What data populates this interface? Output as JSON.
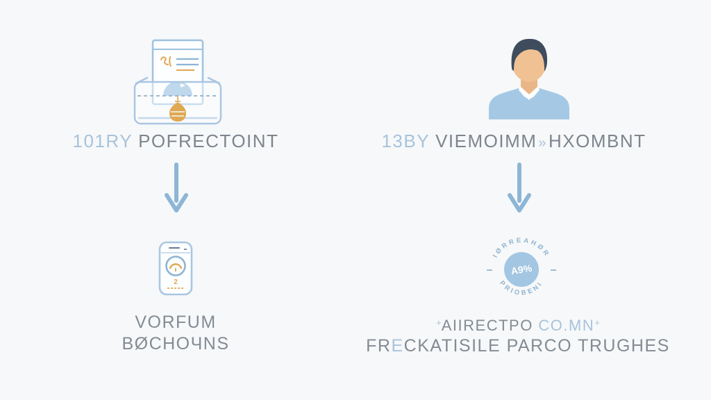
{
  "meta": {
    "description": "Two-column flat infographic with icons, downward arrows and decorative pseudo-text labels"
  },
  "colors": {
    "background": "#f7f8f9",
    "heading_gray": "#7d858e",
    "accent_blue": "#a7c3dc",
    "caption_gray": "#838b94",
    "arrow_blue": "#8db6d6",
    "icon_outline_blue": "#a9c6e2",
    "icon_fill_blue": "#8cb9dc",
    "icon_orange": "#dfa852",
    "avatar_hair": "#3e4c5d",
    "avatar_skin": "#efc193",
    "avatar_sweater": "#a5c9e5",
    "seal_fill": "#a3c6e2",
    "seal_ring_text": "#8fb4d2"
  },
  "left": {
    "heading": {
      "accent": "101RY",
      "main": "POFRECTOINT"
    },
    "caption_line1": "VORFUM",
    "caption_line2": "BØCHOЧNS",
    "phone_label": "2"
  },
  "right": {
    "heading": {
      "accent": "13BY",
      "word1": "VIEMOIMM",
      "sep": "»",
      "word2": "HXOMBNT"
    },
    "caption1": {
      "plus_left": "+",
      "main": "AIIRECTPO ",
      "accent": "CO.MN",
      "plus_right": "+"
    },
    "caption2": {
      "pre": "FR",
      "accent": "E",
      "post": "CKATISILE PARCO TRUGHES"
    },
    "seal": {
      "ring_top": "IØRREAHØR",
      "ring_bottom": "PRIOBENI",
      "center": "A9%"
    }
  }
}
